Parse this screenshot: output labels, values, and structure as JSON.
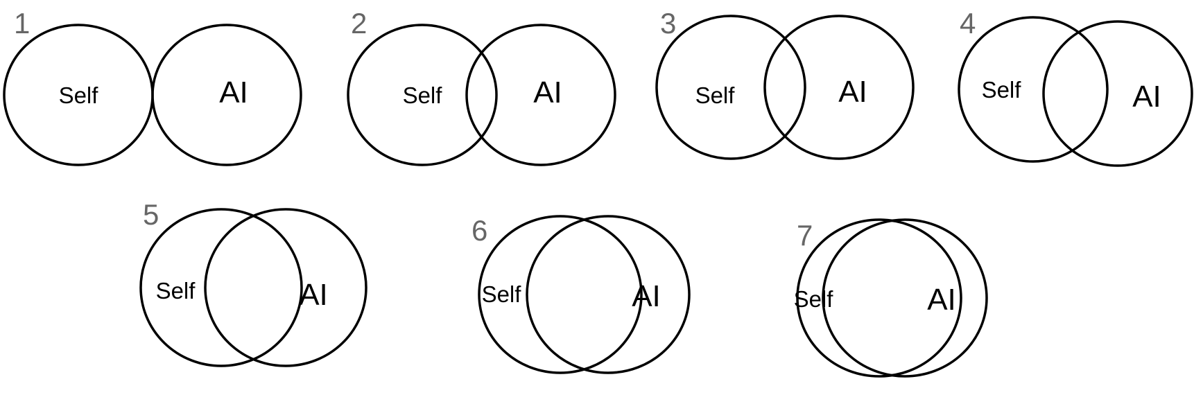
{
  "labels": {
    "self": "Self",
    "other": "AI"
  },
  "options": [
    {
      "number": "1"
    },
    {
      "number": "2"
    },
    {
      "number": "3"
    },
    {
      "number": "4"
    },
    {
      "number": "5"
    },
    {
      "number": "6"
    },
    {
      "number": "7"
    }
  ]
}
